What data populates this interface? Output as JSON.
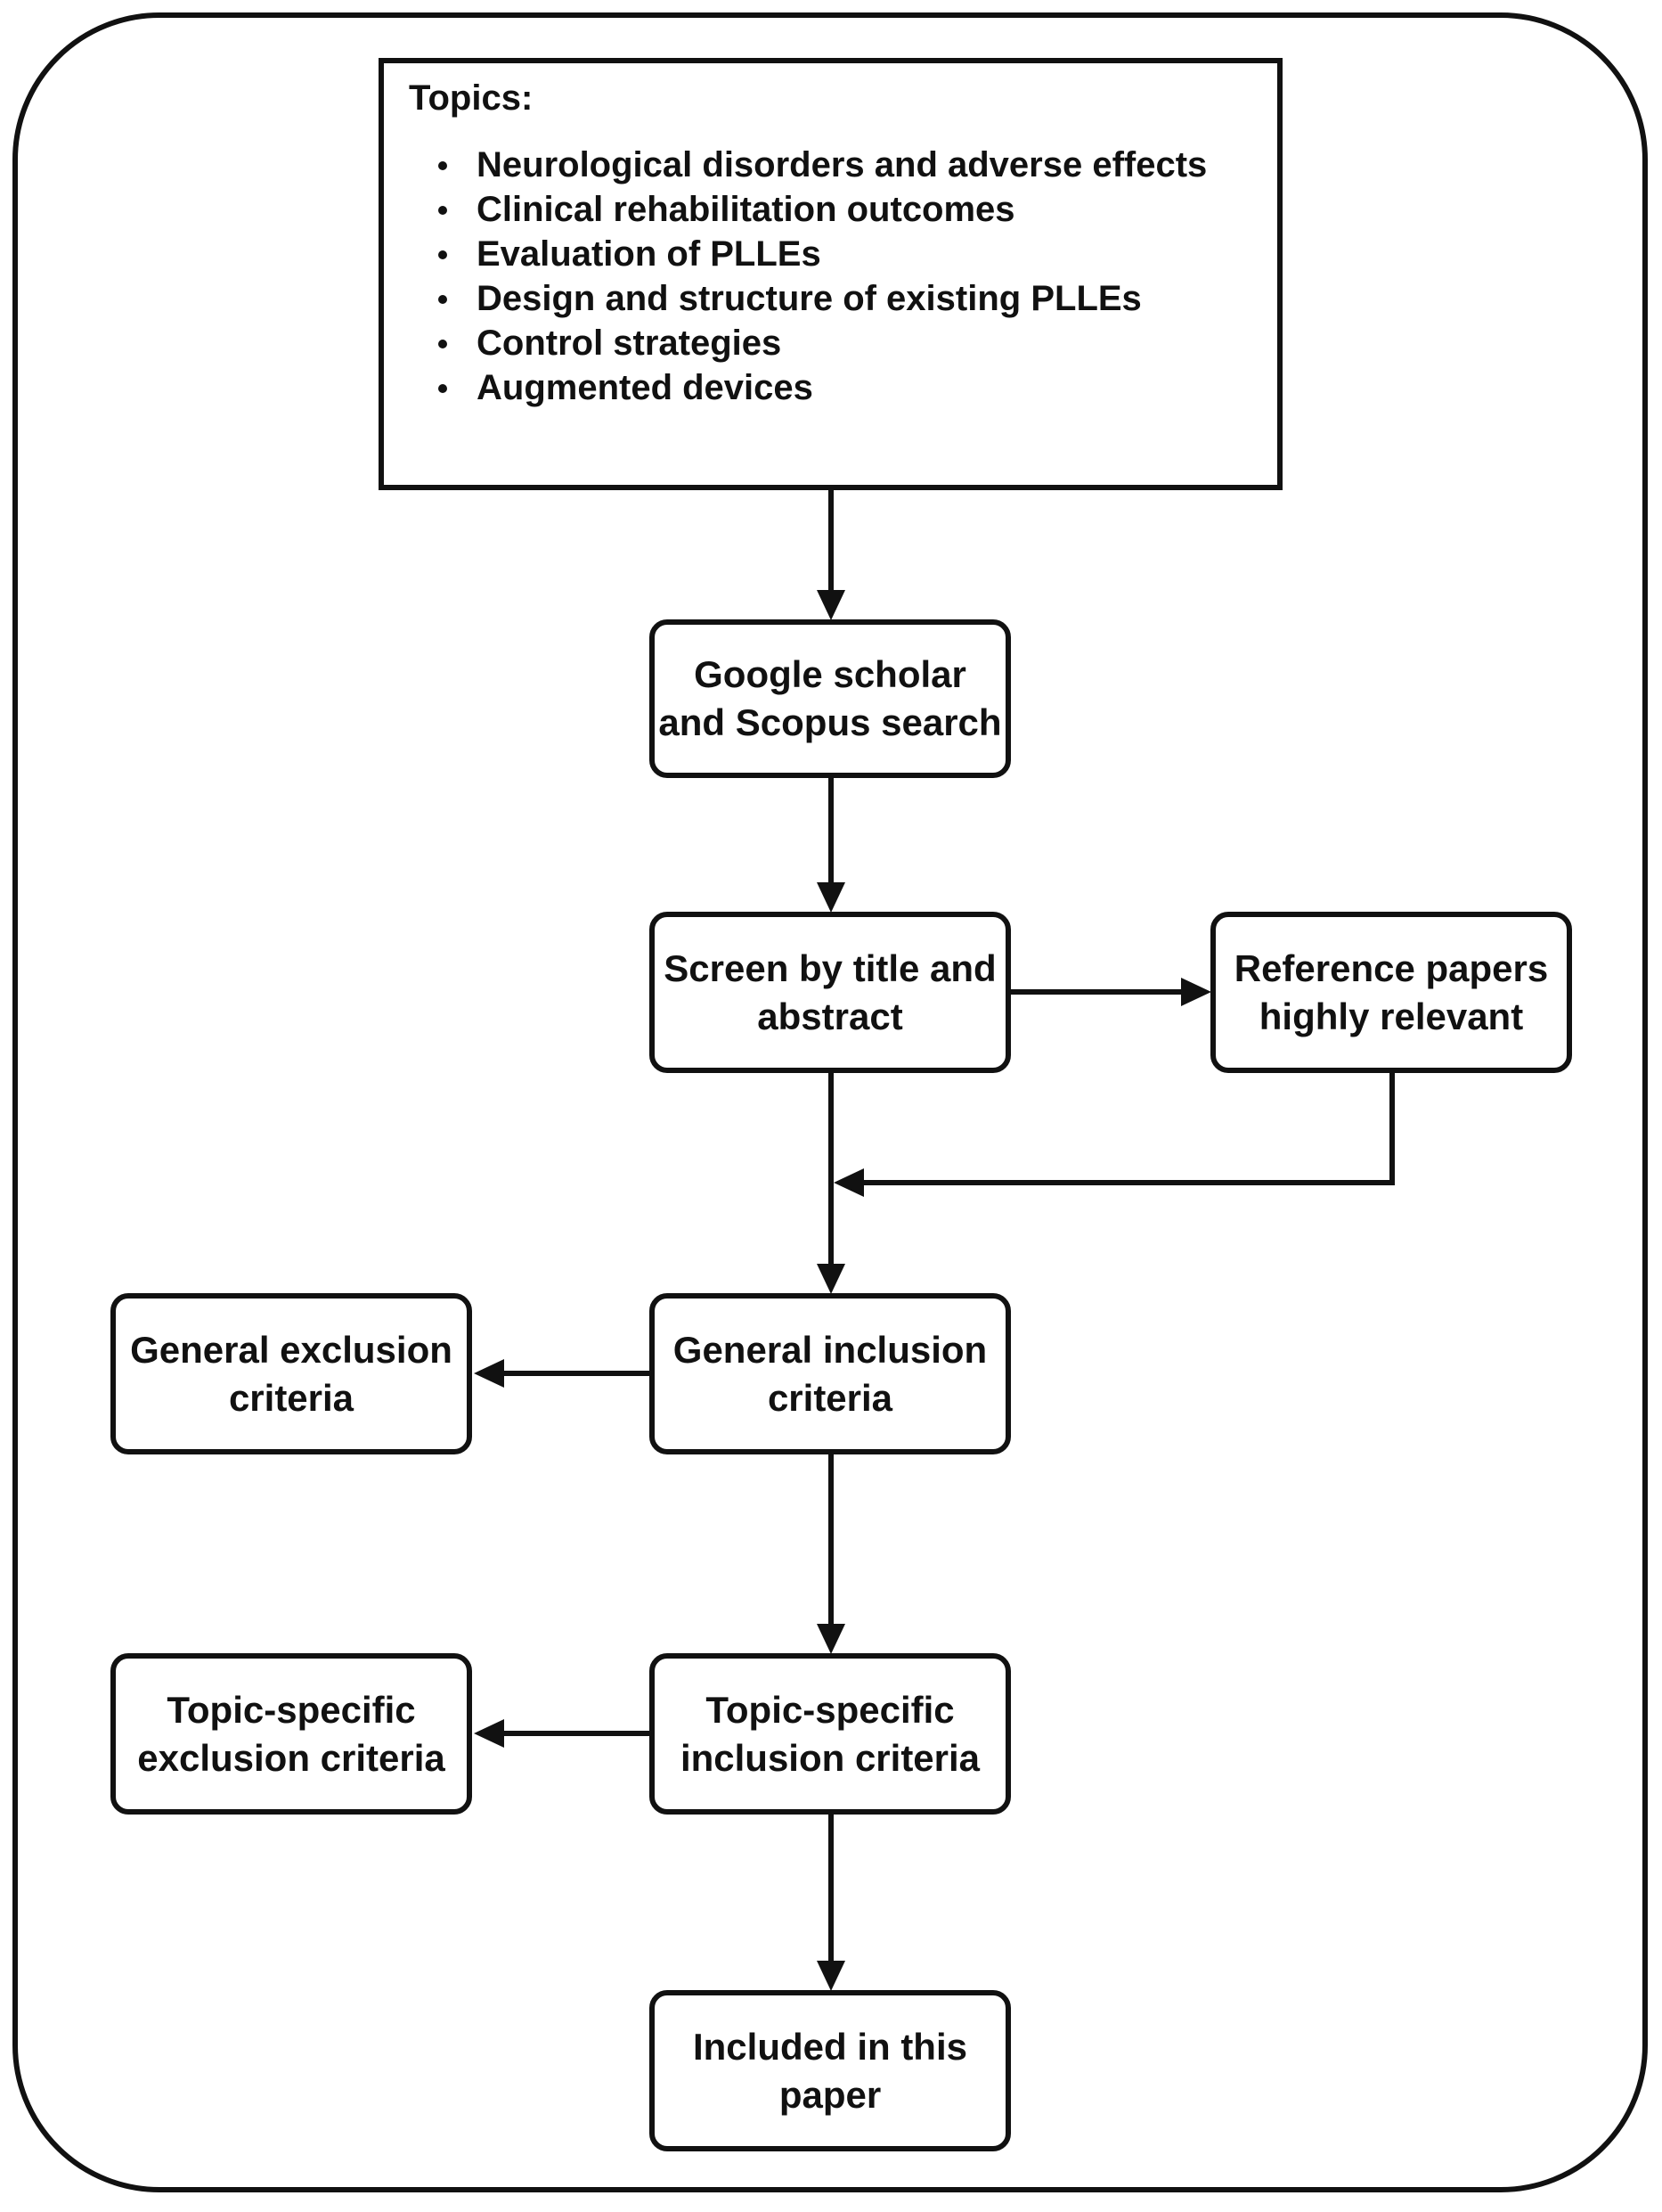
{
  "topics": {
    "heading": "Topics:",
    "items": [
      "Neurological disorders and adverse effects",
      "Clinical rehabilitation outcomes",
      "Evaluation of PLLEs",
      "Design and structure of existing PLLEs",
      "Control strategies",
      "Augmented devices"
    ]
  },
  "nodes": {
    "search": "Google scholar and Scopus search",
    "screen": "Screen by title and abstract",
    "reference": "Reference papers highly relevant",
    "general_inclusion": "General inclusion criteria",
    "general_exclusion": "General exclusion criteria",
    "topic_inclusion": "Topic-specific inclusion criteria",
    "topic_exclusion": "Topic-specific exclusion criteria",
    "included": "Included in this paper"
  },
  "colors": {
    "stroke": "#111111",
    "background": "#ffffff"
  }
}
